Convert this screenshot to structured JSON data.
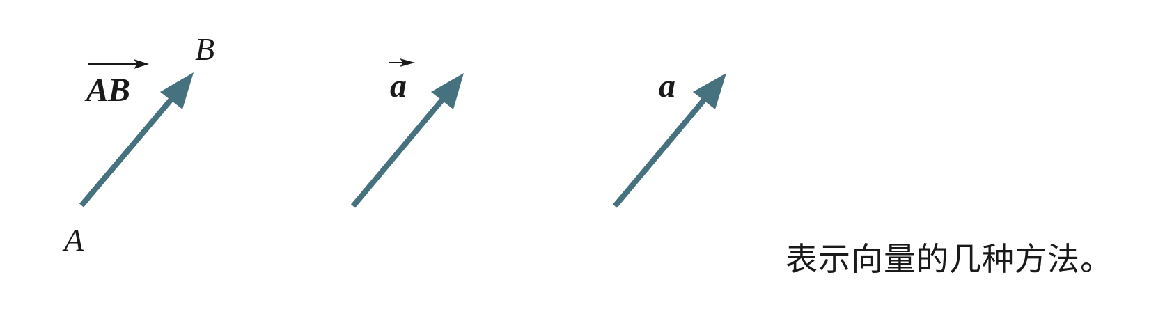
{
  "figure": {
    "arrow_color": "#46717f",
    "text_color": "#1a1a1a",
    "vectors": [
      {
        "id": "ab",
        "label": "AB",
        "label_style": "bold-italic-overarrow",
        "start_label": "A",
        "end_label": "B"
      },
      {
        "id": "a-arrow",
        "label": "a",
        "label_style": "bold-italic-overarrow"
      },
      {
        "id": "a-bold",
        "label": "a",
        "label_style": "bold-italic"
      }
    ],
    "caption": "表示向量的几种方法。"
  }
}
